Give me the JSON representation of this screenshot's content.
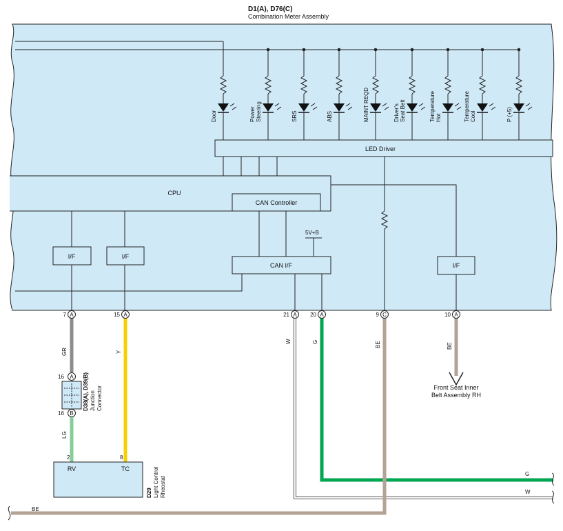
{
  "header": {
    "connector_codes": "D1(A), D76(C)",
    "assembly_name": "Combination Meter Assembly"
  },
  "leds": [
    {
      "lines": [
        "Door"
      ]
    },
    {
      "lines": [
        "Power",
        "Steering"
      ]
    },
    {
      "lines": [
        "SRS"
      ]
    },
    {
      "lines": [
        "ABS"
      ]
    },
    {
      "lines": [
        "MAINT REQD"
      ]
    },
    {
      "lines": [
        "Driver's",
        "Seat Belt"
      ]
    },
    {
      "lines": [
        "Temperature",
        "Hot"
      ]
    },
    {
      "lines": [
        "Temperature",
        "Cool"
      ]
    },
    {
      "lines": [
        "P (+5)"
      ]
    }
  ],
  "blocks": {
    "led_driver": "LED Driver",
    "cpu": "CPU",
    "can_controller": "CAN Controller",
    "can_if": "CAN I/F",
    "if_label": "I/F",
    "supply": "5V+B"
  },
  "pins": [
    {
      "num": "7",
      "conn": "A"
    },
    {
      "num": "15",
      "conn": "A"
    },
    {
      "num": "21",
      "conn": "A"
    },
    {
      "num": "20",
      "conn": "A"
    },
    {
      "num": "9",
      "conn": "C"
    },
    {
      "num": "10",
      "conn": "A"
    }
  ],
  "wires": {
    "gr": "GR",
    "y": "Y",
    "w": "W",
    "g": "G",
    "be": "BE",
    "lg": "LG"
  },
  "colors": {
    "panel": "#cfe9f7",
    "gr": "#8c8c8c",
    "y": "#f7d000",
    "g": "#00a651",
    "be": "#b3a394",
    "lg": "#88cc99",
    "w": "#ffffff"
  },
  "junction": {
    "codes": "D38(A), D39(B)",
    "name_line1": "Junction",
    "name_line2": "Connector",
    "top_pin": "16",
    "top_conn": "A",
    "bottom_pin": "16",
    "bottom_conn": "B"
  },
  "rheostat": {
    "code": "D29",
    "name_line1": "Light Control",
    "name_line2": "Rheostat",
    "pin_rv": "2",
    "pin_tc": "8",
    "label_rv": "RV",
    "label_tc": "TC"
  },
  "belt": {
    "line1": "Front Seat Inner",
    "line2": "Belt Assembly RH"
  }
}
